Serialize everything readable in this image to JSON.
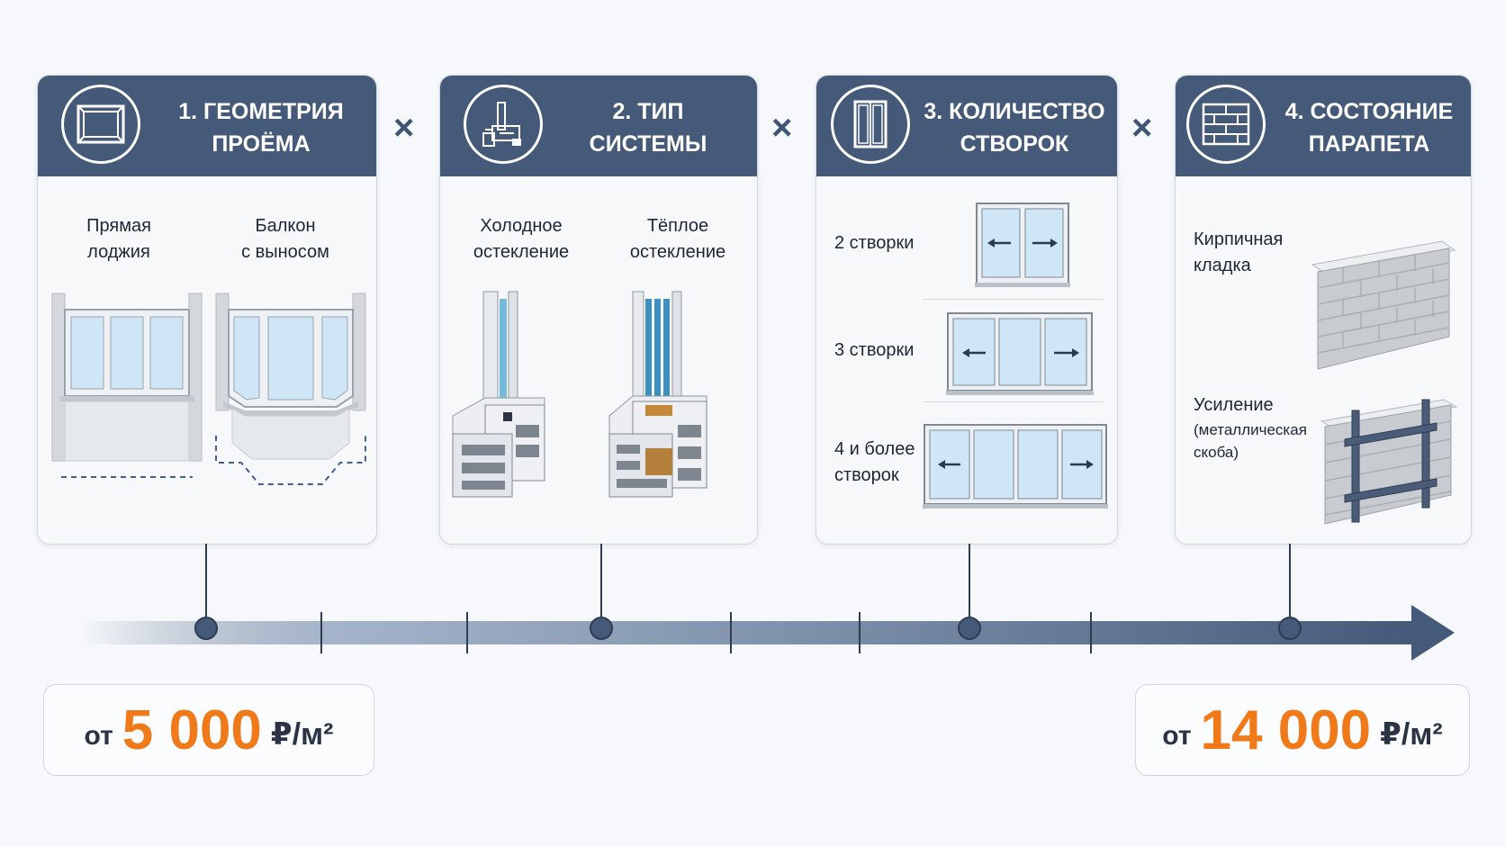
{
  "cards": [
    {
      "title_line1": "1. ГЕОМЕТРИЯ",
      "title_line2": "ПРОЁМА",
      "icon": "window-frame-icon",
      "options": [
        {
          "line1": "Прямая",
          "line2": "лоджия"
        },
        {
          "line1": "Балкон",
          "line2": "с выносом"
        }
      ]
    },
    {
      "title_line1": "2. ТИП",
      "title_line2": "СИСТЕМЫ",
      "icon": "window-profile-icon",
      "options": [
        {
          "line1": "Холодное",
          "line2": "остекление"
        },
        {
          "line1": "Тёплое",
          "line2": "остекление"
        }
      ]
    },
    {
      "title_line1": "3. КОЛИЧЕСТВО",
      "title_line2": "СТВОРОК",
      "icon": "double-sash-icon",
      "options": [
        {
          "line1": "2 створки"
        },
        {
          "line1": "3 створки"
        },
        {
          "line1": "4 и более",
          "line2": "створок"
        }
      ]
    },
    {
      "title_line1": "4. СОСТОЯНИЕ",
      "title_line2": "ПАРАПЕТА",
      "icon": "brick-wall-icon",
      "options": [
        {
          "line1": "Кирпичная",
          "line2": "кладка"
        },
        {
          "line1": "Усиление",
          "line2": "(металлическая",
          "line3": "скоба)"
        }
      ]
    }
  ],
  "multiplier_symbol": "×",
  "price_min": {
    "prefix": "от",
    "value": "5 000",
    "unit": "₽/м²"
  },
  "price_max": {
    "prefix": "от",
    "value": "14 000",
    "unit": "₽/м²"
  },
  "colors": {
    "header": "#445a78",
    "accent": "#f07a1a",
    "arrow": "#445a78",
    "glass": "#cfe6f7"
  }
}
